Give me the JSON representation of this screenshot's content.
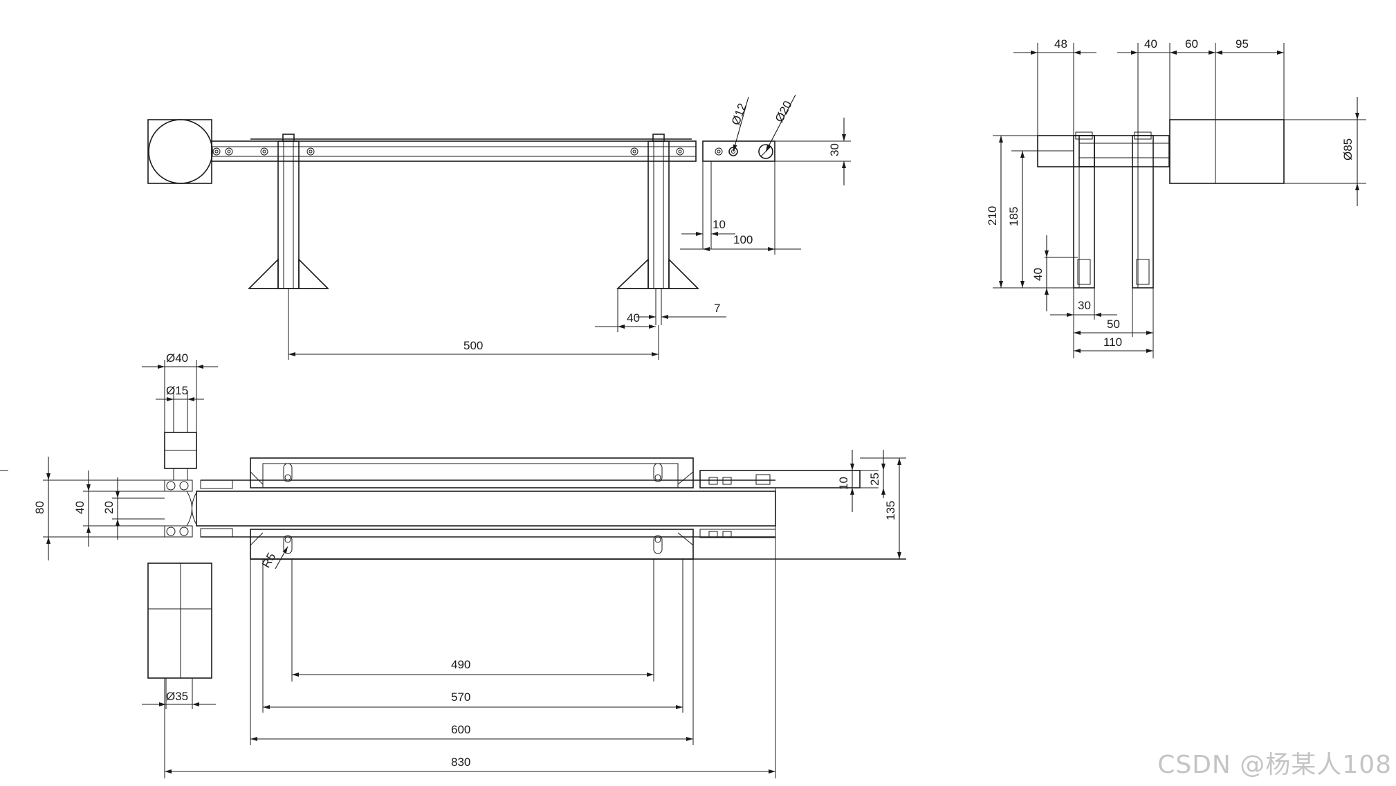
{
  "front_view": {
    "dims": {
      "d12": "Ø12",
      "d20": "Ø20",
      "h30": "30",
      "w10": "10",
      "w100": "100",
      "w40": "40",
      "w7": "7",
      "w500": "500"
    }
  },
  "side_view": {
    "dims": {
      "w48": "48",
      "w40": "40",
      "w60": "60",
      "w95": "95",
      "d85": "Ø85",
      "h210": "210",
      "h185": "185",
      "h40": "40",
      "w30": "30",
      "w50": "50",
      "w110": "110"
    }
  },
  "top_view": {
    "dims": {
      "d40": "Ø40",
      "d15": "Ø15",
      "d35": "Ø35",
      "h80": "80",
      "h40": "40",
      "h20": "20",
      "r5": "R5",
      "h10": "10",
      "h25": "25",
      "h135": "135",
      "w490": "490",
      "w570": "570",
      "w600": "600",
      "w830": "830"
    }
  },
  "watermark": "CSDN @杨某人108"
}
